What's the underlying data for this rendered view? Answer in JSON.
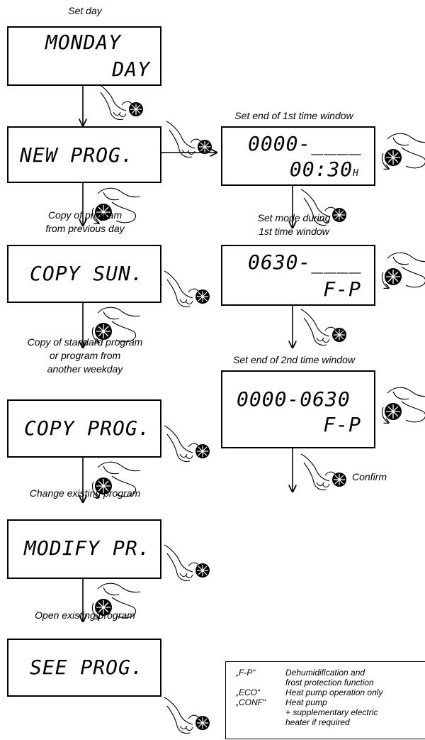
{
  "captions": {
    "set_day": "Set day",
    "set_end_1st": "Set end of 1st time window",
    "copy_prev_l1": "Copy of program",
    "copy_prev_l2": "from previous day",
    "set_mode_l1": "Set mode during",
    "set_mode_l2": "1st time window",
    "copy_std_l1": "Copy of standard program",
    "copy_std_l2": "or program from",
    "copy_std_l3": "another weekday",
    "set_end_2nd": "Set end of 2nd time window",
    "change_existing": "Change existing program",
    "open_existing": "Open existing program",
    "confirm": "Confirm"
  },
  "displays": {
    "monday": {
      "line1": "MONDAY",
      "line2": "DAY"
    },
    "new_prog": {
      "line1": "NEW PROG."
    },
    "copy_sun": {
      "line1": "COPY SUN."
    },
    "copy_prog": {
      "line1": "COPY PROG."
    },
    "modify_pr": {
      "line1": "MODIFY PR."
    },
    "see_prog": {
      "line1": "SEE PROG."
    },
    "time_window_1": {
      "line1": "0000-____",
      "line2": "00:30",
      "unit": "H"
    },
    "mode_1": {
      "line1": "0630-____",
      "line2": "F-P"
    },
    "time_window_2": {
      "line1": "0000-0630",
      "line2": "F-P"
    }
  },
  "legend": {
    "items": [
      {
        "code": "„F-P“",
        "desc_l1": "Dehumidification and",
        "desc_l2": "frost protection function"
      },
      {
        "code": "„ECO“",
        "desc_l1": "Heat pump operation only"
      },
      {
        "code": "„CONF“",
        "desc_l1": "Heat pump",
        "desc_l2": "+ supplementary electric",
        "desc_l3": "heater if required"
      }
    ]
  }
}
